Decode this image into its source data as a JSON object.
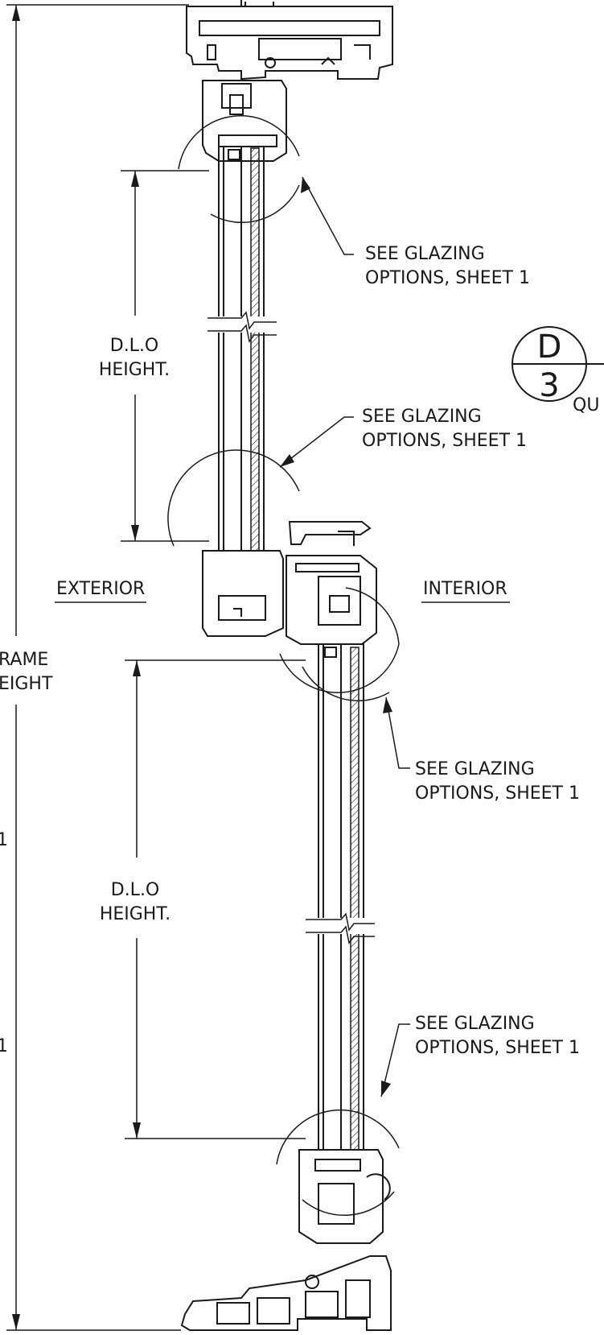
{
  "labels": {
    "glazing_1_line1": "SEE GLAZING",
    "glazing_1_line2": "OPTIONS, SHEET 1",
    "glazing_2_line1": "SEE GLAZING",
    "glazing_2_line2": "OPTIONS, SHEET 1",
    "glazing_3_line1": "SEE GLAZING",
    "glazing_3_line2": "OPTIONS, SHEET 1",
    "glazing_4_line1": "SEE GLAZING",
    "glazing_4_line2": "OPTIONS, SHEET 1",
    "dlo_upper_line1": "D.L.O",
    "dlo_upper_line2": "HEIGHT.",
    "dlo_lower_line1": "D.L.O",
    "dlo_lower_line2": "HEIGHT.",
    "exterior": "EXTERIOR",
    "interior": "INTERIOR",
    "frame_line1": "RAME",
    "frame_line2": "EIGHT",
    "edge_mark_1": "1",
    "edge_mark_2": "1",
    "callout_top": "D",
    "callout_bottom": "3",
    "callout_tail": "QU"
  }
}
